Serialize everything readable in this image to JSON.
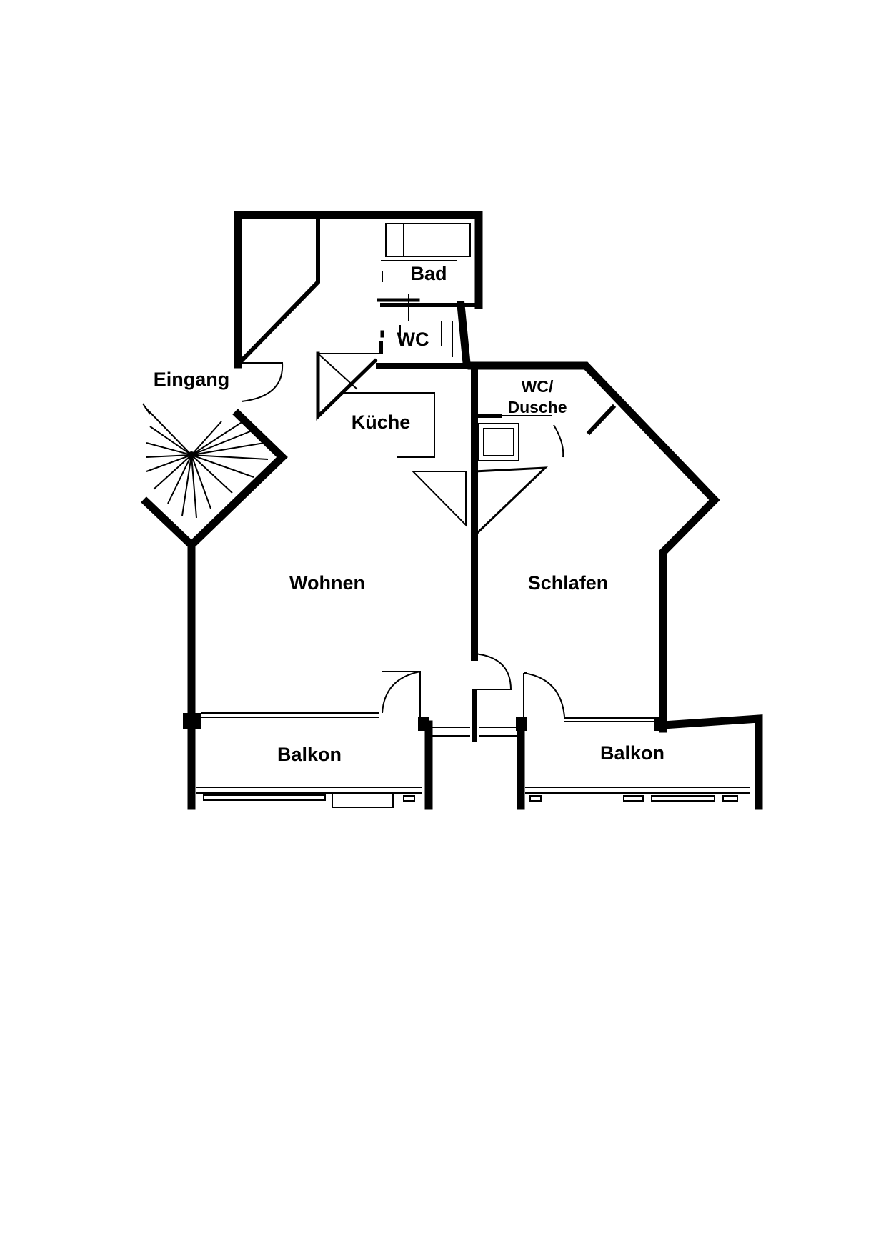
{
  "rooms": {
    "bad": "Bad",
    "wc": "WC",
    "eingang": "Eingang",
    "kueche": "Küche",
    "wc_dusche_1": "WC/",
    "wc_dusche_2": "Dusche",
    "wohnen": "Wohnen",
    "schlafen": "Schlafen",
    "balkon_left": "Balkon",
    "balkon_right": "Balkon"
  },
  "colors": {
    "wall": "#000000",
    "background": "#ffffff"
  }
}
